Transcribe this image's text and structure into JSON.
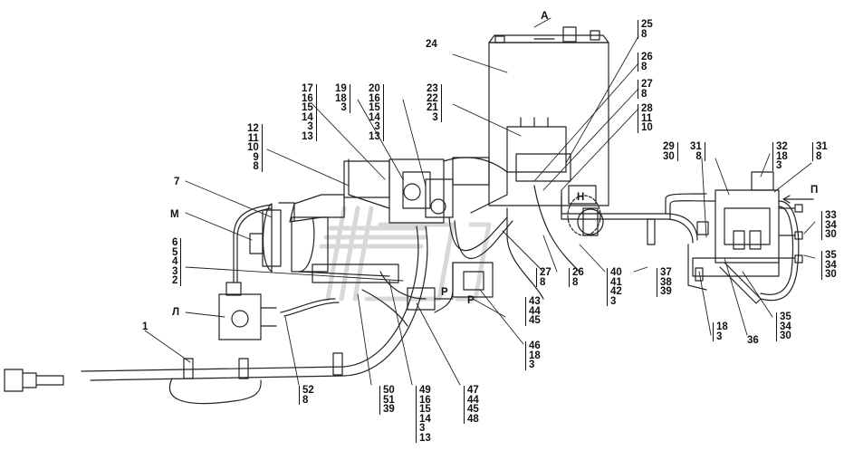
{
  "diagram": {
    "view_letter": "А",
    "labels": [
      {
        "id": "l24",
        "lines": [
          "24"
        ]
      },
      {
        "id": "l25",
        "lines": [
          "25",
          "8"
        ]
      },
      {
        "id": "l26a",
        "lines": [
          "26",
          "8"
        ]
      },
      {
        "id": "l27a",
        "lines": [
          "27",
          "8"
        ]
      },
      {
        "id": "l28",
        "lines": [
          "28",
          "11",
          "10"
        ]
      },
      {
        "id": "l17",
        "lines": [
          "17",
          "16",
          "15",
          "14",
          "3",
          "13"
        ]
      },
      {
        "id": "l19",
        "lines": [
          "19",
          "18",
          "3"
        ]
      },
      {
        "id": "l20",
        "lines": [
          "20",
          "16",
          "15",
          "14",
          "3",
          "13"
        ]
      },
      {
        "id": "l23",
        "lines": [
          "23",
          "22",
          "21",
          "3"
        ]
      },
      {
        "id": "l12",
        "lines": [
          "12",
          "11",
          "10",
          "9",
          "8"
        ]
      },
      {
        "id": "l7",
        "lines": [
          "7"
        ]
      },
      {
        "id": "lM",
        "lines": [
          "М"
        ]
      },
      {
        "id": "l6",
        "lines": [
          "6",
          "5",
          "4",
          "3",
          "2"
        ]
      },
      {
        "id": "lL",
        "lines": [
          "Л"
        ]
      },
      {
        "id": "l1",
        "lines": [
          "1"
        ]
      },
      {
        "id": "l29",
        "lines": [
          "29",
          "30"
        ]
      },
      {
        "id": "l31a",
        "lines": [
          "31",
          "8"
        ]
      },
      {
        "id": "l32",
        "lines": [
          "32",
          "18",
          "3"
        ]
      },
      {
        "id": "l31b",
        "lines": [
          "31",
          "8"
        ]
      },
      {
        "id": "lP",
        "lines": [
          "П"
        ]
      },
      {
        "id": "lN",
        "lines": [
          "Н"
        ]
      },
      {
        "id": "l33",
        "lines": [
          "33",
          "34",
          "30"
        ]
      },
      {
        "id": "l35a",
        "lines": [
          "35",
          "34",
          "30"
        ]
      },
      {
        "id": "l27b",
        "lines": [
          "27",
          "8"
        ]
      },
      {
        "id": "l26b",
        "lines": [
          "26",
          "8"
        ]
      },
      {
        "id": "l40",
        "lines": [
          "40",
          "41",
          "42",
          "3"
        ]
      },
      {
        "id": "l37",
        "lines": [
          "37",
          "38",
          "39"
        ]
      },
      {
        "id": "l43",
        "lines": [
          "43",
          "44",
          "45"
        ]
      },
      {
        "id": "l46",
        "lines": [
          "46",
          "18",
          "3"
        ]
      },
      {
        "id": "lR1",
        "lines": [
          "Р"
        ]
      },
      {
        "id": "lR2",
        "lines": [
          "Р"
        ]
      },
      {
        "id": "l18",
        "lines": [
          "18",
          "3"
        ]
      },
      {
        "id": "l36",
        "lines": [
          "36"
        ]
      },
      {
        "id": "l35b",
        "lines": [
          "35",
          "34",
          "30"
        ]
      },
      {
        "id": "l52",
        "lines": [
          "52",
          "8"
        ]
      },
      {
        "id": "l50",
        "lines": [
          "50",
          "51",
          "39"
        ]
      },
      {
        "id": "l49",
        "lines": [
          "49",
          "16",
          "15",
          "14",
          "3",
          "13"
        ]
      },
      {
        "id": "l47",
        "lines": [
          "47",
          "44",
          "45",
          "48"
        ]
      }
    ]
  }
}
